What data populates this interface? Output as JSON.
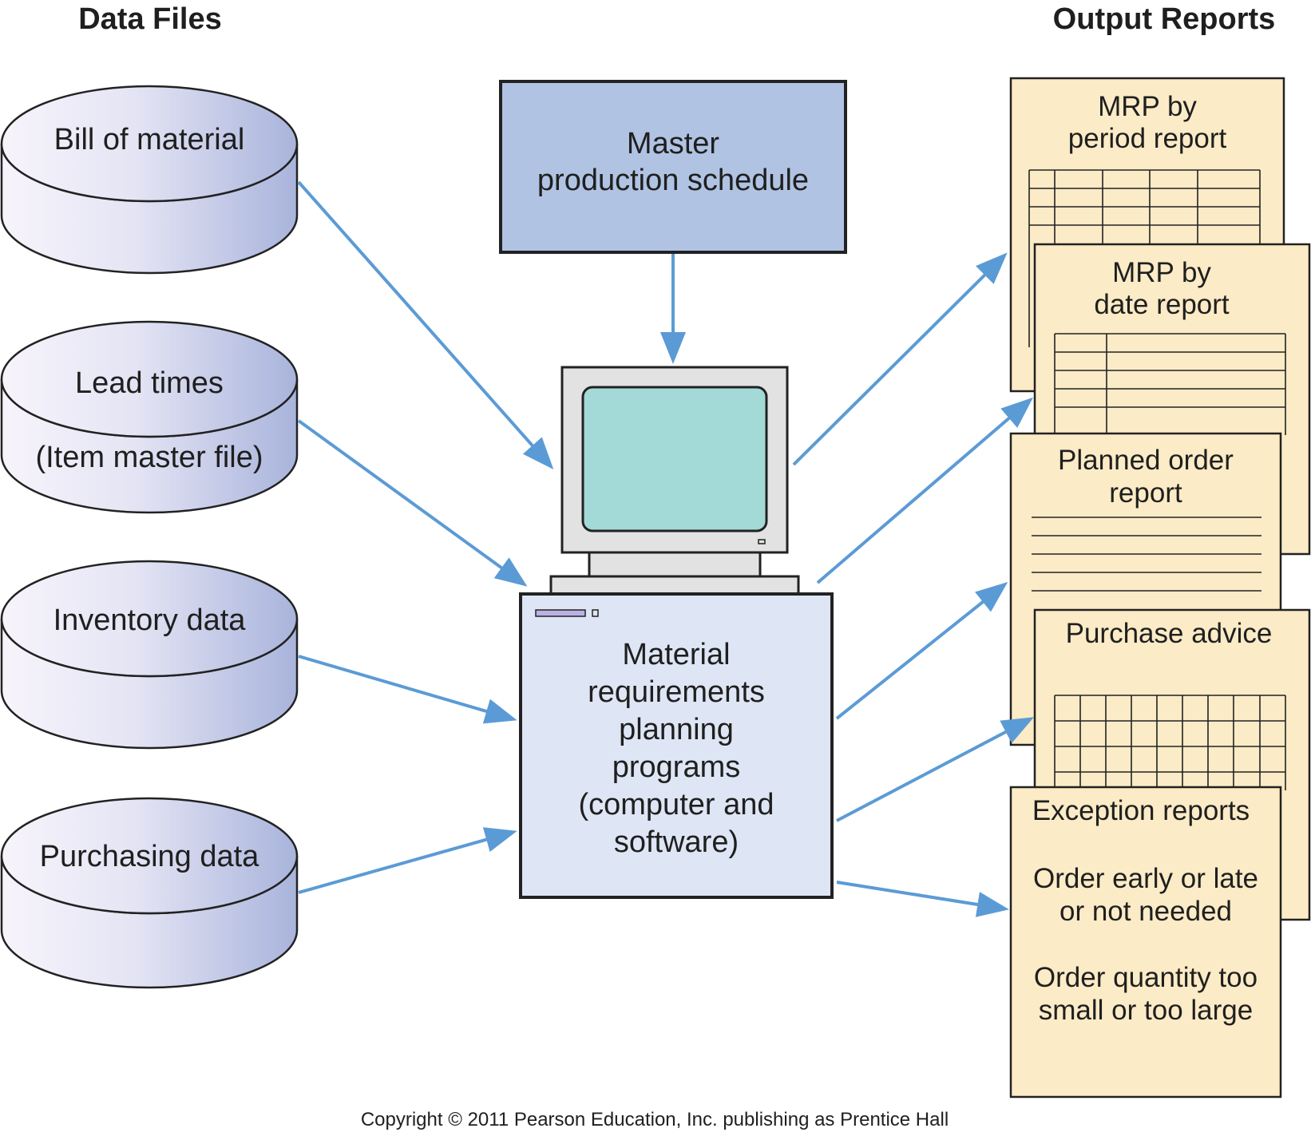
{
  "headings": {
    "data_files": "Data Files",
    "output_reports": "Output Reports"
  },
  "data_files": [
    {
      "line1": "Bill of material",
      "line2": ""
    },
    {
      "line1": "Lead times",
      "line2": "(Item master file)"
    },
    {
      "line1": "Inventory data",
      "line2": ""
    },
    {
      "line1": "Purchasing data",
      "line2": ""
    }
  ],
  "master_schedule": {
    "line1": "Master",
    "line2": "production schedule"
  },
  "mrp_program": {
    "lines": [
      "Material",
      "requirements",
      "planning",
      "programs",
      "(computer and",
      "software)"
    ]
  },
  "reports": {
    "period": {
      "line1": "MRP by",
      "line2": "period report"
    },
    "date": {
      "line1": "MRP by",
      "line2": "date report"
    },
    "planned": {
      "line1": "Planned order",
      "line2": "report"
    },
    "purchase": {
      "line1": "Purchase advice"
    },
    "exception": {
      "title": "Exception reports",
      "line1": "Order early or late",
      "line2": "or not needed",
      "line3": "Order quantity too",
      "line4": "small or too large"
    }
  },
  "copyright": "Copyright © 2011 Pearson Education, Inc. publishing as Prentice Hall",
  "colors": {
    "arrow": "#5b9bd5",
    "report_paper": "#fbebc6",
    "master_box": "#b0c3e3",
    "program_box": "#dee6f5",
    "screen": "#a3d9d6",
    "cylinder_light": "#f7f4fb",
    "cylinder_dark": "#a9b4dc"
  }
}
